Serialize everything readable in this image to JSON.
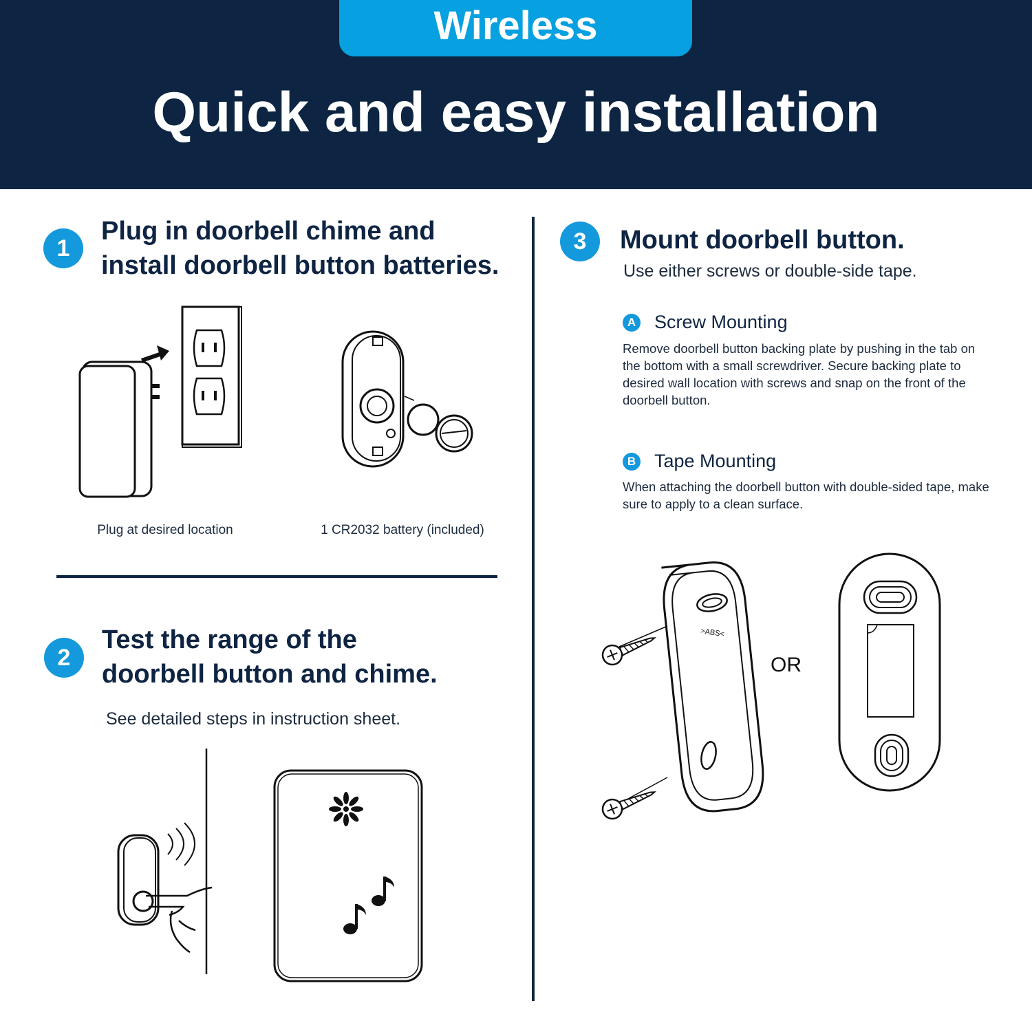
{
  "header": {
    "tag": "Wireless",
    "headline": "Quick and easy installation"
  },
  "step1": {
    "number": "1",
    "title_line1": "Plug in doorbell chime and",
    "title_line2": "install doorbell button batteries.",
    "caption_plug": "Plug at desired location",
    "caption_battery": "1 CR2032 battery (included)"
  },
  "step2": {
    "number": "2",
    "title_line1": "Test the range of the",
    "title_line2": "doorbell button and chime.",
    "subtitle": "See detailed steps in instruction sheet."
  },
  "step3": {
    "number": "3",
    "title": "Mount doorbell button.",
    "subtitle": "Use either screws or double-side tape.",
    "option_a": {
      "badge": "A",
      "heading": "Screw Mounting",
      "body": "Remove doorbell button backing plate by pushing in the tab on the bottom with a small screwdriver. Secure backing plate to desired wall location with screws and snap on the front of the doorbell button."
    },
    "option_b": {
      "badge": "B",
      "heading": "Tape Mounting",
      "body": "When attaching the doorbell button with double-sided tape, make sure to apply to a clean surface."
    },
    "or_label": "OR",
    "plate_marking": ">ABS<"
  },
  "colors": {
    "navy": "#0d2542",
    "accent_blue": "#07a0e0",
    "badge_blue": "#1499dc"
  }
}
